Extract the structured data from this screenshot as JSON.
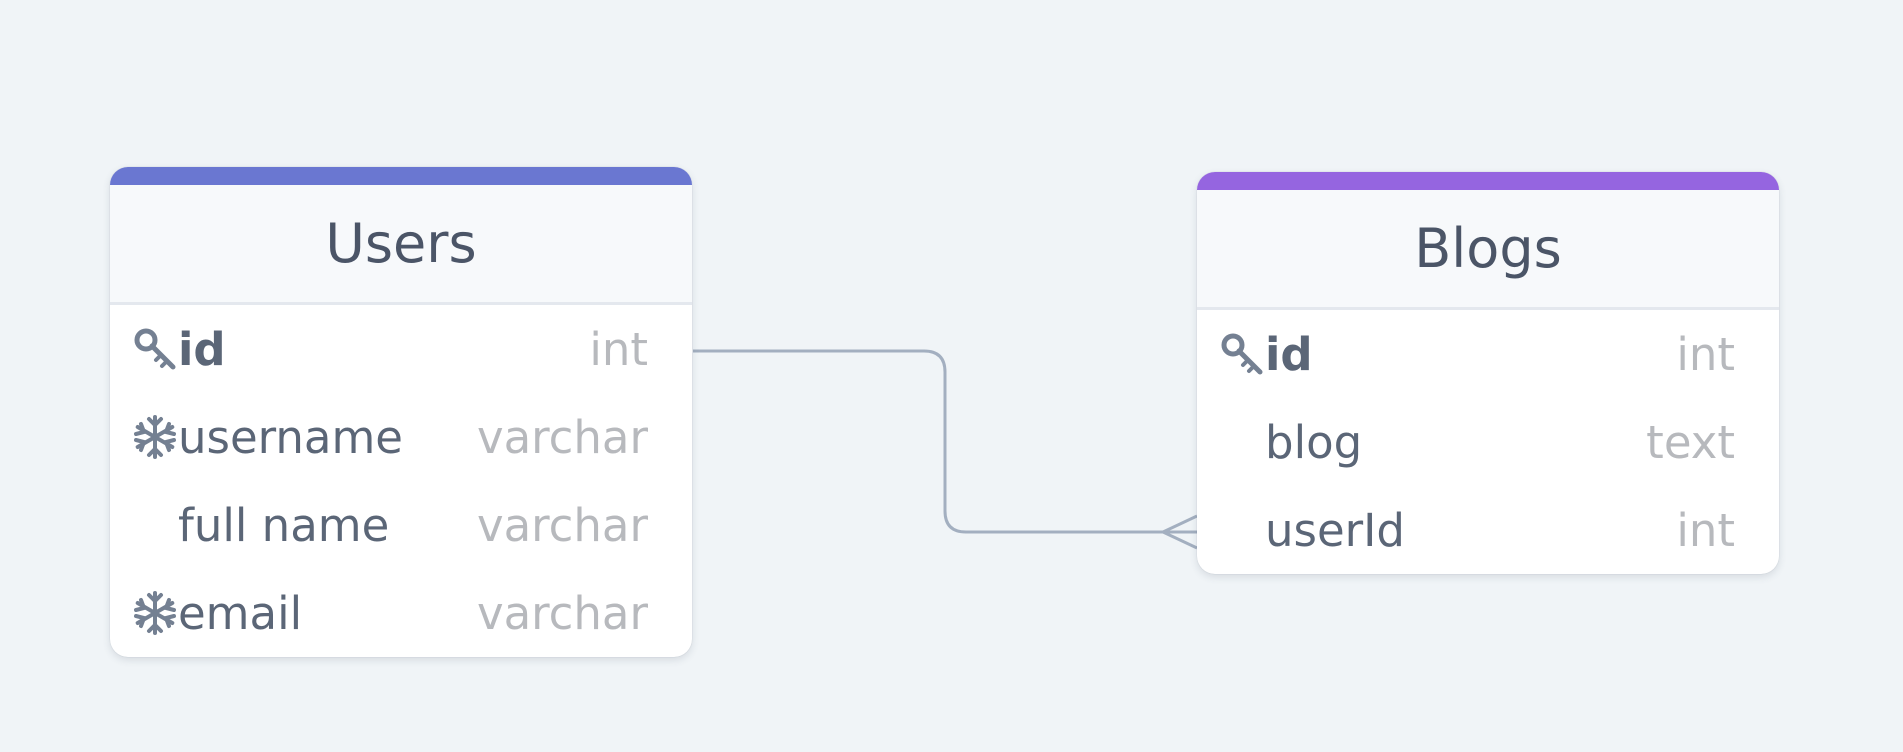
{
  "colors": {
    "background": "#f0f4f7",
    "users_accent": "#6a77d1",
    "blogs_accent": "#9565e0",
    "connector": "#a3afc0"
  },
  "tables": [
    {
      "name": "Users",
      "accent": "#6a77d1",
      "columns": [
        {
          "name": "id",
          "type": "int",
          "icon": "key-icon",
          "primary": true
        },
        {
          "name": "username",
          "type": "varchar",
          "icon": "snowflake-icon",
          "primary": false
        },
        {
          "name": "full name",
          "type": "varchar",
          "icon": "",
          "primary": false
        },
        {
          "name": "email",
          "type": "varchar",
          "icon": "snowflake-icon",
          "primary": false
        }
      ]
    },
    {
      "name": "Blogs",
      "accent": "#9565e0",
      "columns": [
        {
          "name": "id",
          "type": "int",
          "icon": "key-icon",
          "primary": true
        },
        {
          "name": "blog",
          "type": "text",
          "icon": "",
          "primary": false
        },
        {
          "name": "userId",
          "type": "int",
          "icon": "",
          "primary": false
        }
      ]
    }
  ],
  "relationship": {
    "from": "Users.id",
    "to": "Blogs.userId",
    "cardinality": "one-to-many"
  }
}
